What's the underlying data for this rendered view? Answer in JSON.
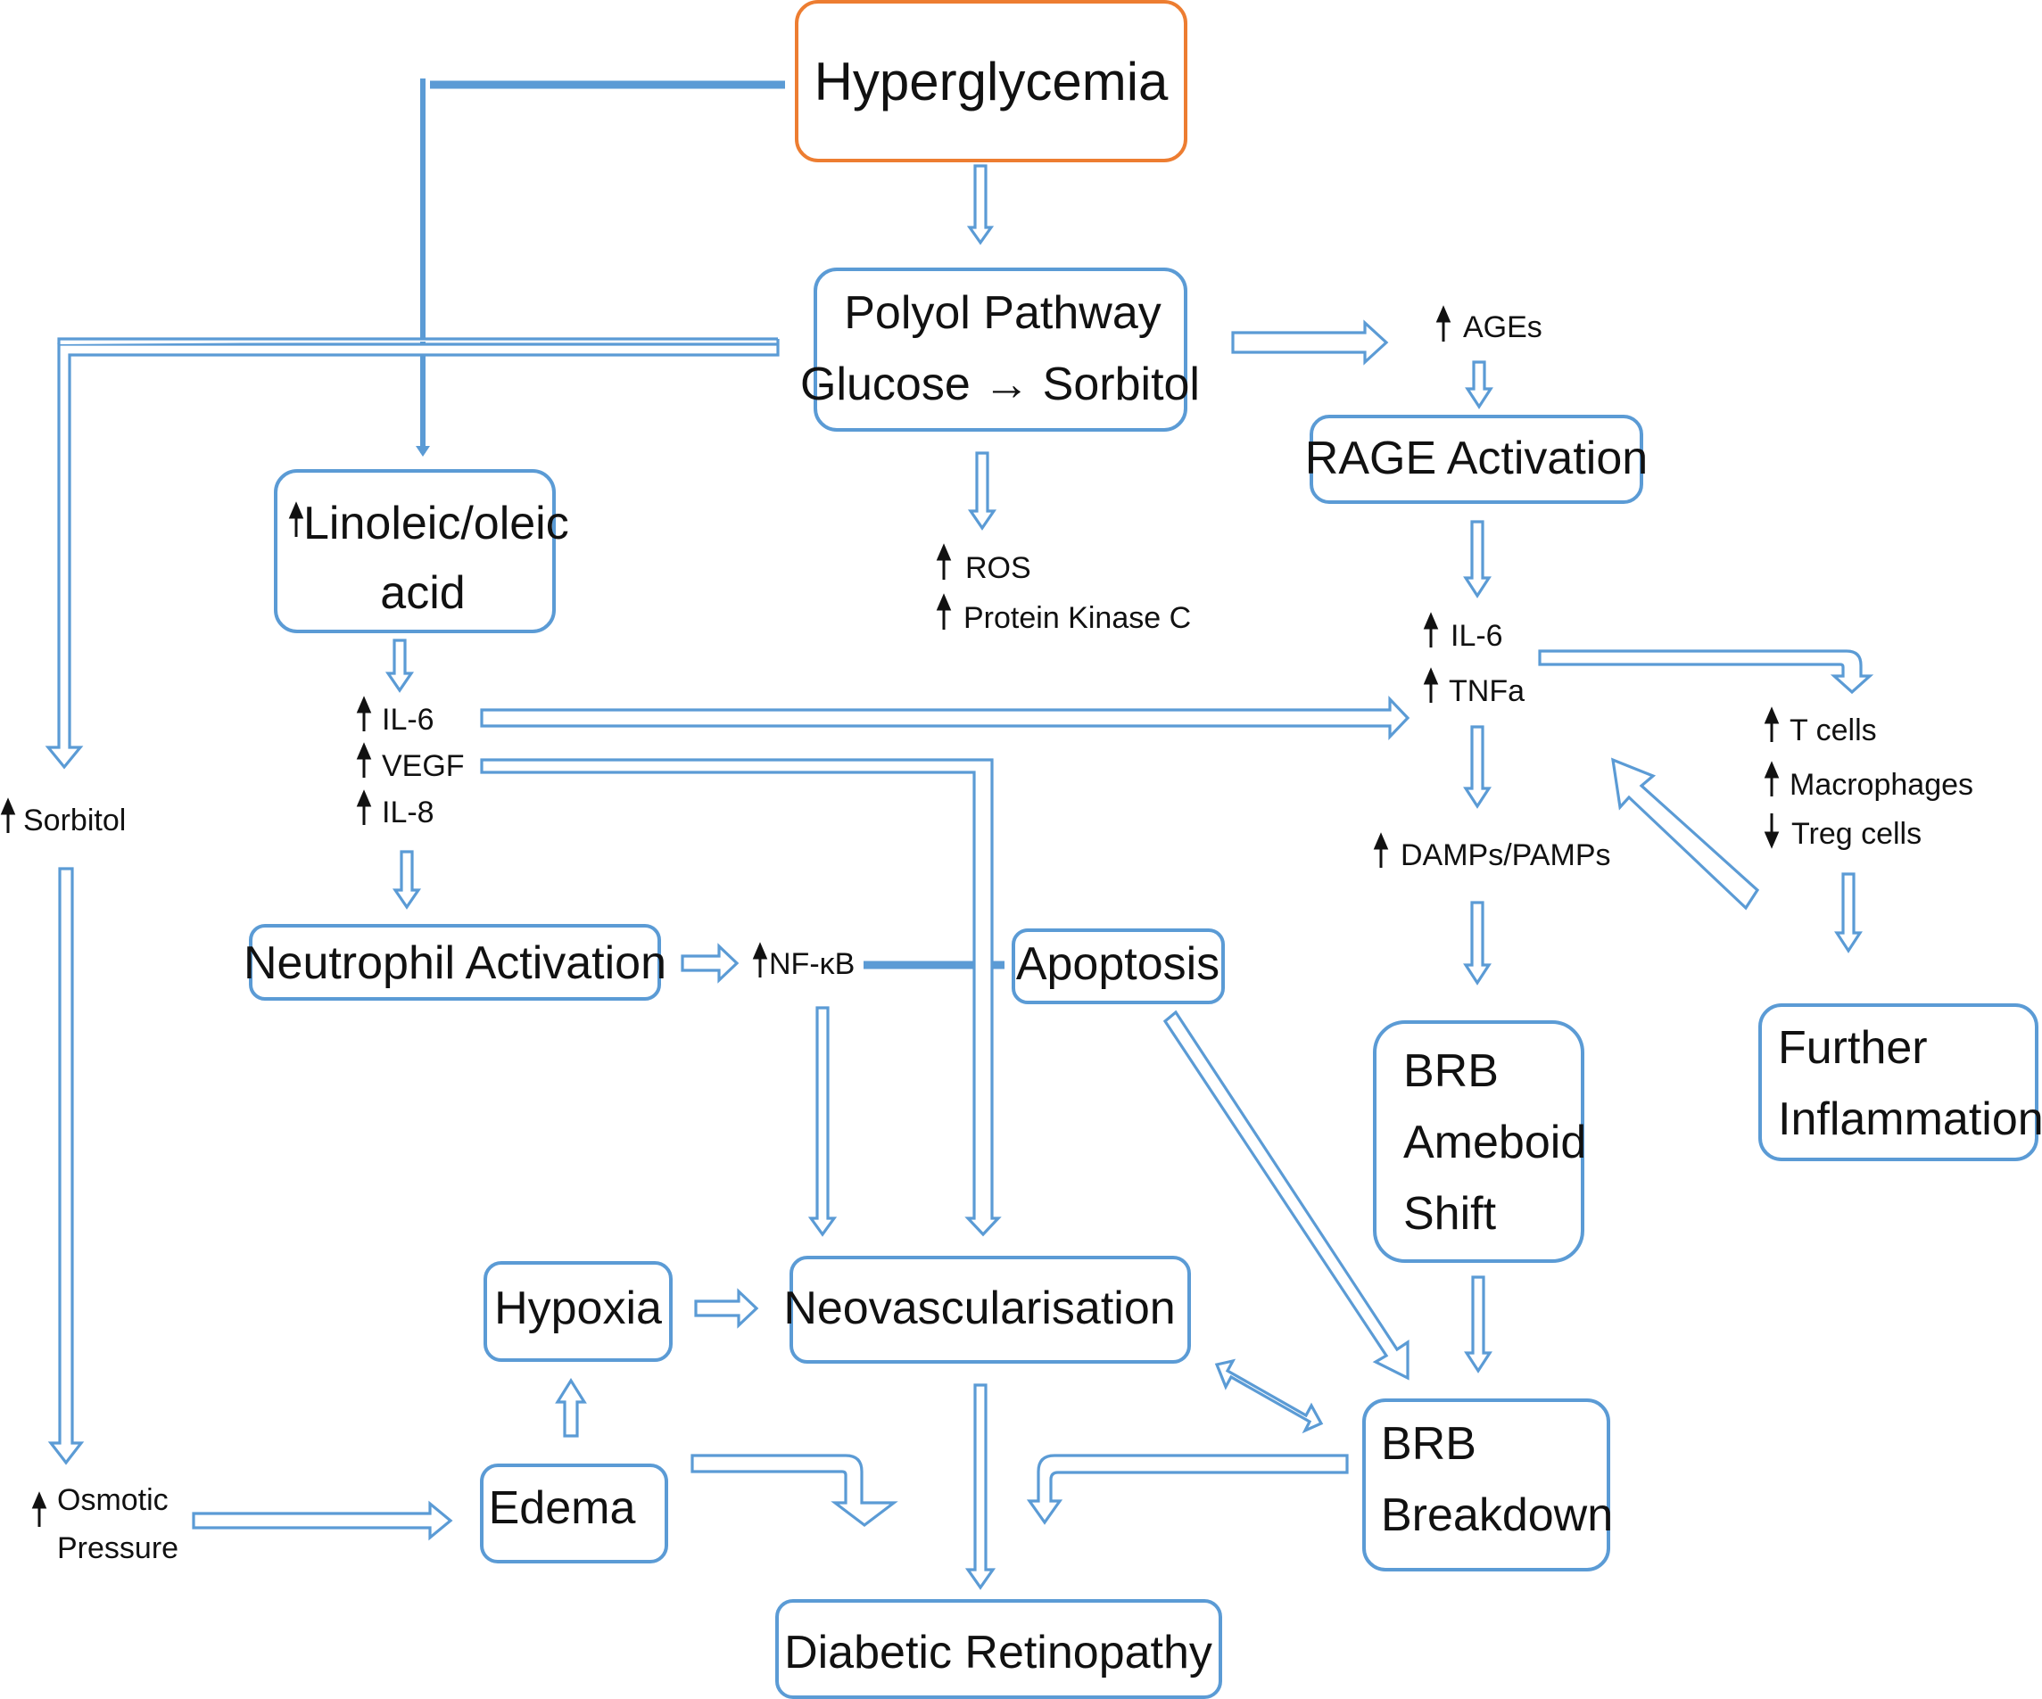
{
  "nodes": {
    "hyperglycemia": "Hyperglycemia",
    "polyol_line1": "Polyol Pathway",
    "polyol_line2": "Glucose → Sorbitol",
    "linoleic_line1": "Linoleic/oleic",
    "linoleic_line2": "acid",
    "rage": "RAGE Activation",
    "neutrophil": "Neutrophil Activation",
    "apoptosis": "Apoptosis",
    "brb_ameboid_line1": "BRB",
    "brb_ameboid_line2": "Ameboid",
    "brb_ameboid_line3": "Shift",
    "further_inflammation_line1": "Further",
    "further_inflammation_line2": "Inflammation",
    "hypoxia": "Hypoxia",
    "neovascularisation": "Neovascularisation",
    "edema": "Edema",
    "brb_breakdown_line1": "BRB",
    "brb_breakdown_line2": "Breakdown",
    "diabetic_retinopathy": "Diabetic Retinopathy"
  },
  "labels": {
    "ages": "AGEs",
    "ros": "ROS",
    "pkc": "Protein Kinase C",
    "il6_left": "IL-6",
    "vegf": "VEGF",
    "il8": "IL-8",
    "il6_right": "IL-6",
    "tnfa": "TNFa",
    "t_cells": "T cells",
    "macrophages": "Macrophages",
    "treg_cells": "Treg cells",
    "damps": "DAMPs/PAMPs",
    "sorbitol": "Sorbitol",
    "nfkb": "NF-κB",
    "osmotic_line1": "Osmotic",
    "osmotic_line2": "Pressure"
  },
  "colors": {
    "box_stroke": "#5b9bd5",
    "root_stroke": "#ed7d31",
    "arrow": "#5b9bd5",
    "text": "#111111"
  }
}
